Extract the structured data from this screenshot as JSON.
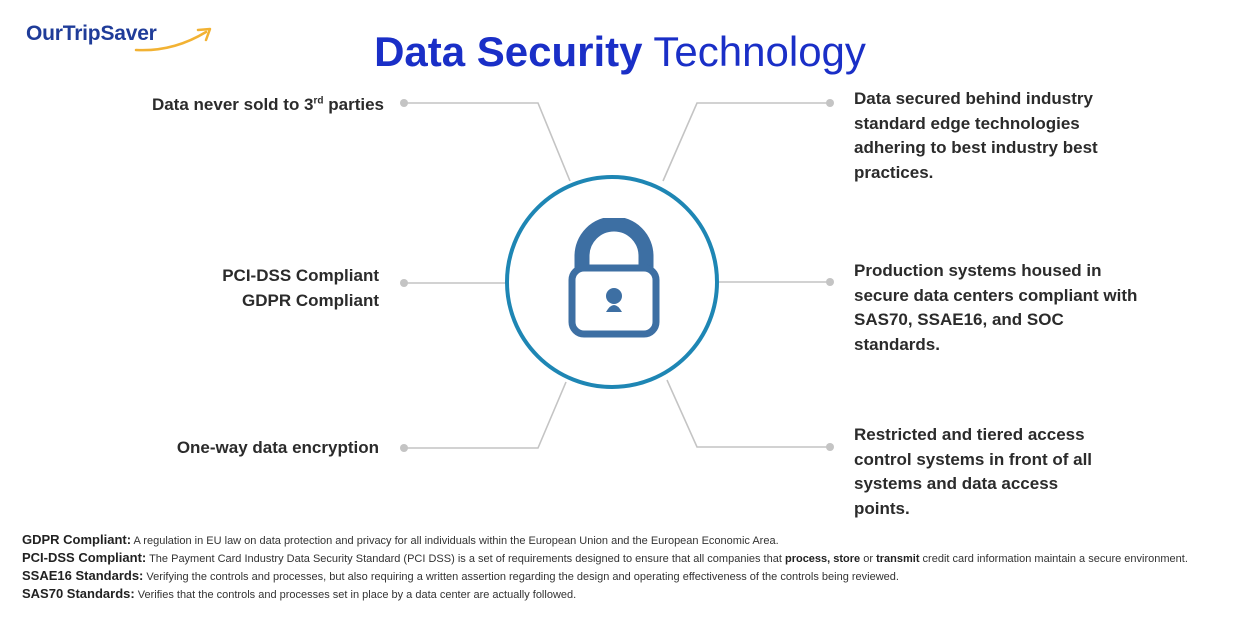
{
  "brand": {
    "logo_text": "OurTripSaver"
  },
  "title": {
    "bold": "Data Security",
    "regular": " Technology"
  },
  "labels": {
    "left_top": {
      "pre": "Data never sold to 3",
      "sup": "rd",
      "post": " parties"
    },
    "left_mid_1": "PCI-DSS Compliant",
    "left_mid_2": "GDPR Compliant",
    "left_bottom": "One-way data encryption",
    "right_top": [
      "Data secured behind industry",
      "standard edge technologies",
      "adhering to best industry best",
      "practices."
    ],
    "right_mid": [
      "Production systems housed in",
      "secure data centers compliant with",
      "SAS70, SSAE16, and SOC",
      "standards."
    ],
    "right_bottom": [
      "Restricted and tiered access",
      "control systems in front of all",
      "systems and data access",
      "points."
    ]
  },
  "notes": {
    "gdpr": {
      "term": "GDPR Compliant:",
      "text": " A regulation in EU law on data protection and privacy for all individuals within the European Union and the European Economic Area."
    },
    "pci": {
      "term": "PCI-DSS Compliant:",
      "text1": " The Payment Card Industry Data Security Standard (PCI DSS) is a set of requirements designed to ensure that all companies that ",
      "em1": "process, store",
      "text2": " or ",
      "em2": "transmit",
      "text3": " credit card information maintain a secure environment."
    },
    "ssae16": {
      "term": "SSAE16 Standards:",
      "text": " Verifying the controls and processes, but also requiring a written assertion regarding the design and operating effectiveness of the controls being reviewed."
    },
    "sas70": {
      "term": "SAS70 Standards:",
      "text": " Verifies that the controls and processes set in place by a data center are actually followed."
    }
  },
  "colors": {
    "title": "#1a2fc7",
    "logo": "#1f3c99",
    "circle": "#1e86b4",
    "lock": "#3d6fa3",
    "connector": "#c4c4c4"
  },
  "icons": {
    "center": "padlock-icon",
    "logo_accent": "arrow-swoosh-icon"
  }
}
